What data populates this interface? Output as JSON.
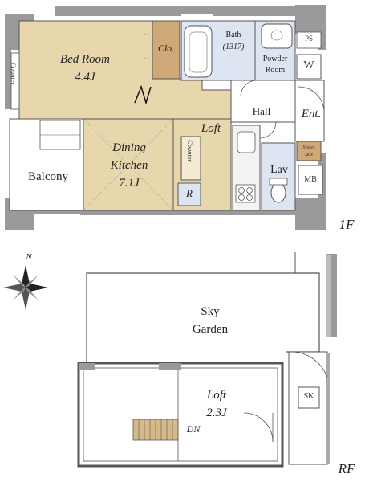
{
  "floor1": {
    "bedroom": {
      "name": "Bed Room",
      "size": "4.4J"
    },
    "closet": "Clo.",
    "bath": {
      "name": "Bath",
      "size": "(1317)"
    },
    "powder_room": {
      "line1": "Powder",
      "line2": "Room"
    },
    "ps": "PS",
    "washer": "W",
    "counter_left": "Counter",
    "hall": "Hall",
    "entrance": "Ent.",
    "dining_kitchen": {
      "line1": "Dining",
      "line2": "Kitchen",
      "size": "7.1J"
    },
    "loft": "Loft",
    "counter_kitchen": "Counter",
    "refrigerator": "R",
    "shoes_box": {
      "line1": "Shoes",
      "line2": "Box"
    },
    "lavatory": "Lav",
    "mb": "MB",
    "balcony": "Balcony",
    "floor_label": "1F"
  },
  "compass": {
    "north": "N"
  },
  "roof": {
    "sky_garden": {
      "line1": "Sky",
      "line2": "Garden"
    },
    "loft": {
      "name": "Loft",
      "size": "2.3J"
    },
    "stairs_down": "DN",
    "sink": "SK",
    "floor_label": "RF"
  },
  "colors": {
    "wall": "#9a9a9a",
    "bedroom_floor": "#e8d6ad",
    "kitchen_floor": "#e8d6ad",
    "closet_floor": "#cfa877",
    "wet_area": "#dde4f2",
    "stair": "#d6b98a"
  }
}
